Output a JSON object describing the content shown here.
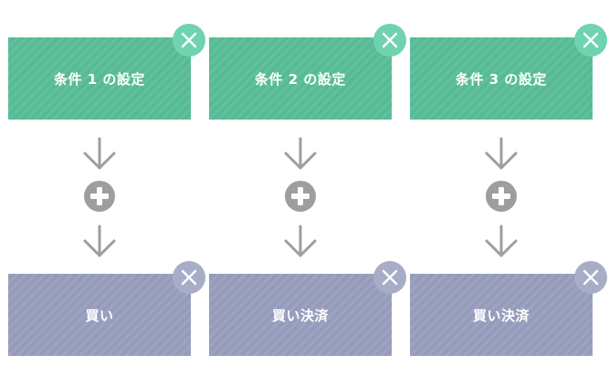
{
  "columns": [
    {
      "condition_label": "条件 1 の設定",
      "action_label": "買い"
    },
    {
      "condition_label": "条件 2 の設定",
      "action_label": "買い決済"
    },
    {
      "condition_label": "条件 3 の設定",
      "action_label": "買い決済"
    }
  ],
  "colors": {
    "condition_card": "#56bb94",
    "condition_close": "#6fd3b0",
    "action_card": "#959bbb",
    "action_close": "#a8adc7",
    "connector_gray": "#9e9e9e"
  },
  "icons": {
    "close": "close-icon",
    "arrow": "arrow-down-icon",
    "add": "plus-circle-icon"
  }
}
